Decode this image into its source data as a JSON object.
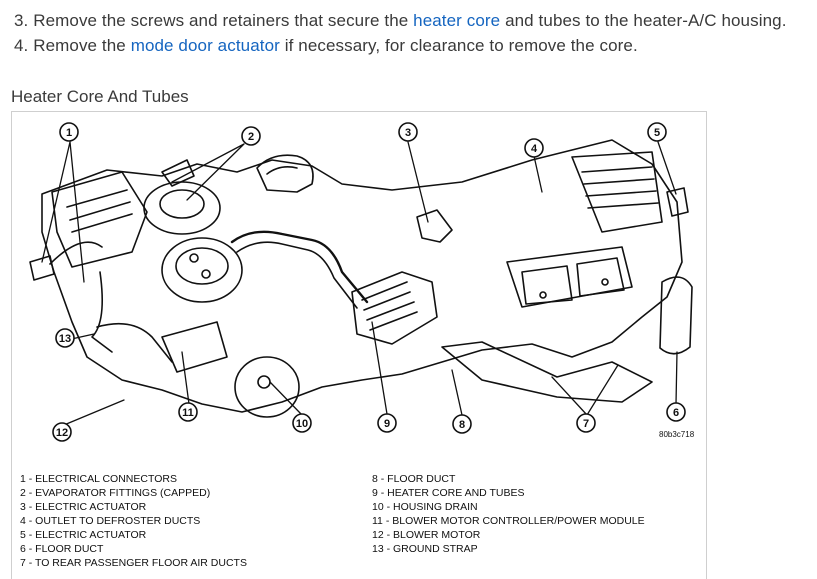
{
  "steps": [
    {
      "prefix": "3. Remove the screws and retainers that secure the ",
      "link": "heater core",
      "suffix": " and tubes to the heater-A/C housing."
    },
    {
      "prefix": "4. Remove the ",
      "link": "mode door actuator",
      "suffix": " if necessary, for clearance to remove the core."
    }
  ],
  "figure": {
    "title": "Heater Core And Tubes",
    "code": "80b3c718",
    "callouts": [
      "1",
      "2",
      "3",
      "4",
      "5",
      "6",
      "7",
      "8",
      "9",
      "10",
      "11",
      "12",
      "13"
    ],
    "legend_left": [
      "1 - ELECTRICAL CONNECTORS",
      "2 - EVAPORATOR FITTINGS (CAPPED)",
      "3 - ELECTRIC ACTUATOR",
      "4 - OUTLET TO DEFROSTER DUCTS",
      "5 - ELECTRIC ACTUATOR",
      "6 - FLOOR DUCT",
      "7 - TO REAR PASSENGER FLOOR AIR DUCTS"
    ],
    "legend_right": [
      "8 - FLOOR DUCT",
      "9 - HEATER CORE AND TUBES",
      "10 - HOUSING DRAIN",
      "11 - BLOWER MOTOR CONTROLLER/POWER MODULE",
      "12 - BLOWER MOTOR",
      "13 - GROUND STRAP"
    ]
  },
  "colors": {
    "link": "#1565c0",
    "text": "#3a3a3a",
    "border": "#cfcfcf"
  }
}
